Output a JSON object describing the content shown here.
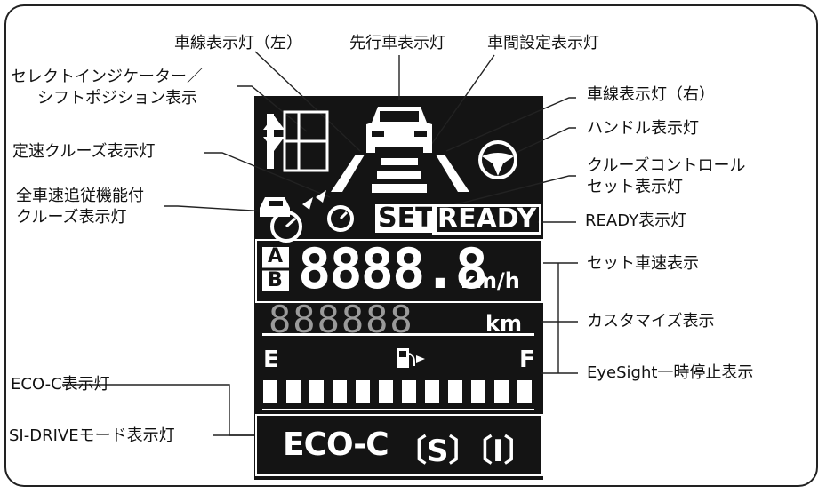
{
  "labels": {
    "lane_left": "車線表示灯（左）",
    "lead_vehicle": "先行車表示灯",
    "distance_setting": "車間設定表示灯",
    "select_indicator_1": "セレクトインジケーター／",
    "select_indicator_2": "シフトポジション表示",
    "lane_right": "車線表示灯（右）",
    "steering": "ハンドル表示灯",
    "cruise_constant": "定速クルーズ表示灯",
    "cruise_set_1": "クルーズコントロール",
    "cruise_set_2": "セット表示灯",
    "acc_1": "全車速追従機能付",
    "acc_2": "クルーズ表示灯",
    "ready": "READY表示灯",
    "set_speed": "セット車速表示",
    "custom": "カスタマイズ表示",
    "eyesight_pause": "EyeSight一時停止表示",
    "eco_c": "ECO-C表示灯",
    "si_drive": "SI-DRIVEモード表示灯"
  },
  "display": {
    "set": "SET",
    "ready": "READY",
    "a": "A",
    "b": "B",
    "speed_digits": "8888.8",
    "speed_unit": "km/h",
    "odo_digits": "888888",
    "odo_unit": "km",
    "fuel_e": "E",
    "fuel_f": "F",
    "eco": "ECO-C",
    "s": "〔S〕",
    "i": "〔I〕"
  }
}
